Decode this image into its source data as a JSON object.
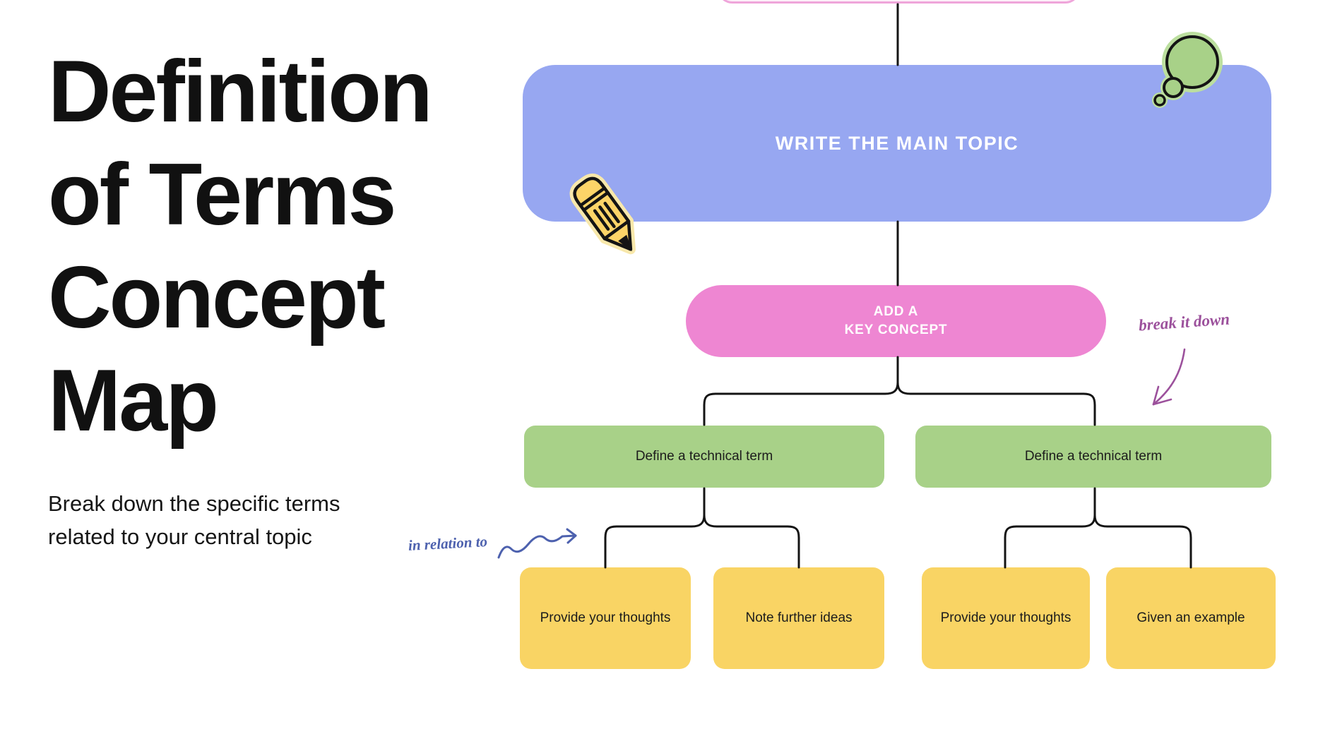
{
  "header": {
    "title": "Definition\nof Terms\nConcept\nMap",
    "subtitle": "Break down the specific terms\nrelated to your central topic"
  },
  "map": {
    "main_topic": {
      "label": "WRITE THE MAIN TOPIC"
    },
    "key_concept": {
      "label": "ADD A\nKEY CONCEPT"
    },
    "term_nodes": [
      {
        "label": "Define a technical term"
      },
      {
        "label": "Define a technical term"
      }
    ],
    "detail_nodes": [
      {
        "label": "Provide your thoughts"
      },
      {
        "label": "Note further ideas"
      },
      {
        "label": "Provide your thoughts"
      },
      {
        "label": "Given an example"
      }
    ],
    "annotations": {
      "break_it_down": "break it down",
      "in_relation_to": "in relation to"
    },
    "icons": {
      "pencil": "pencil-icon",
      "thought_bubble": "thought-bubble-icon"
    },
    "colors": {
      "main_topic_fill": "#97a7f1",
      "key_concept_fill": "#ee86d2",
      "term_fill": "#a8d188",
      "detail_fill": "#f9d464",
      "connector": "#141414",
      "annotation_purple": "#9c519c",
      "annotation_blue": "#4d61ae",
      "cropped_node_outline": "#efa5da",
      "sticker_yellow": "#f9d464",
      "sticker_green": "#a8d188"
    }
  }
}
